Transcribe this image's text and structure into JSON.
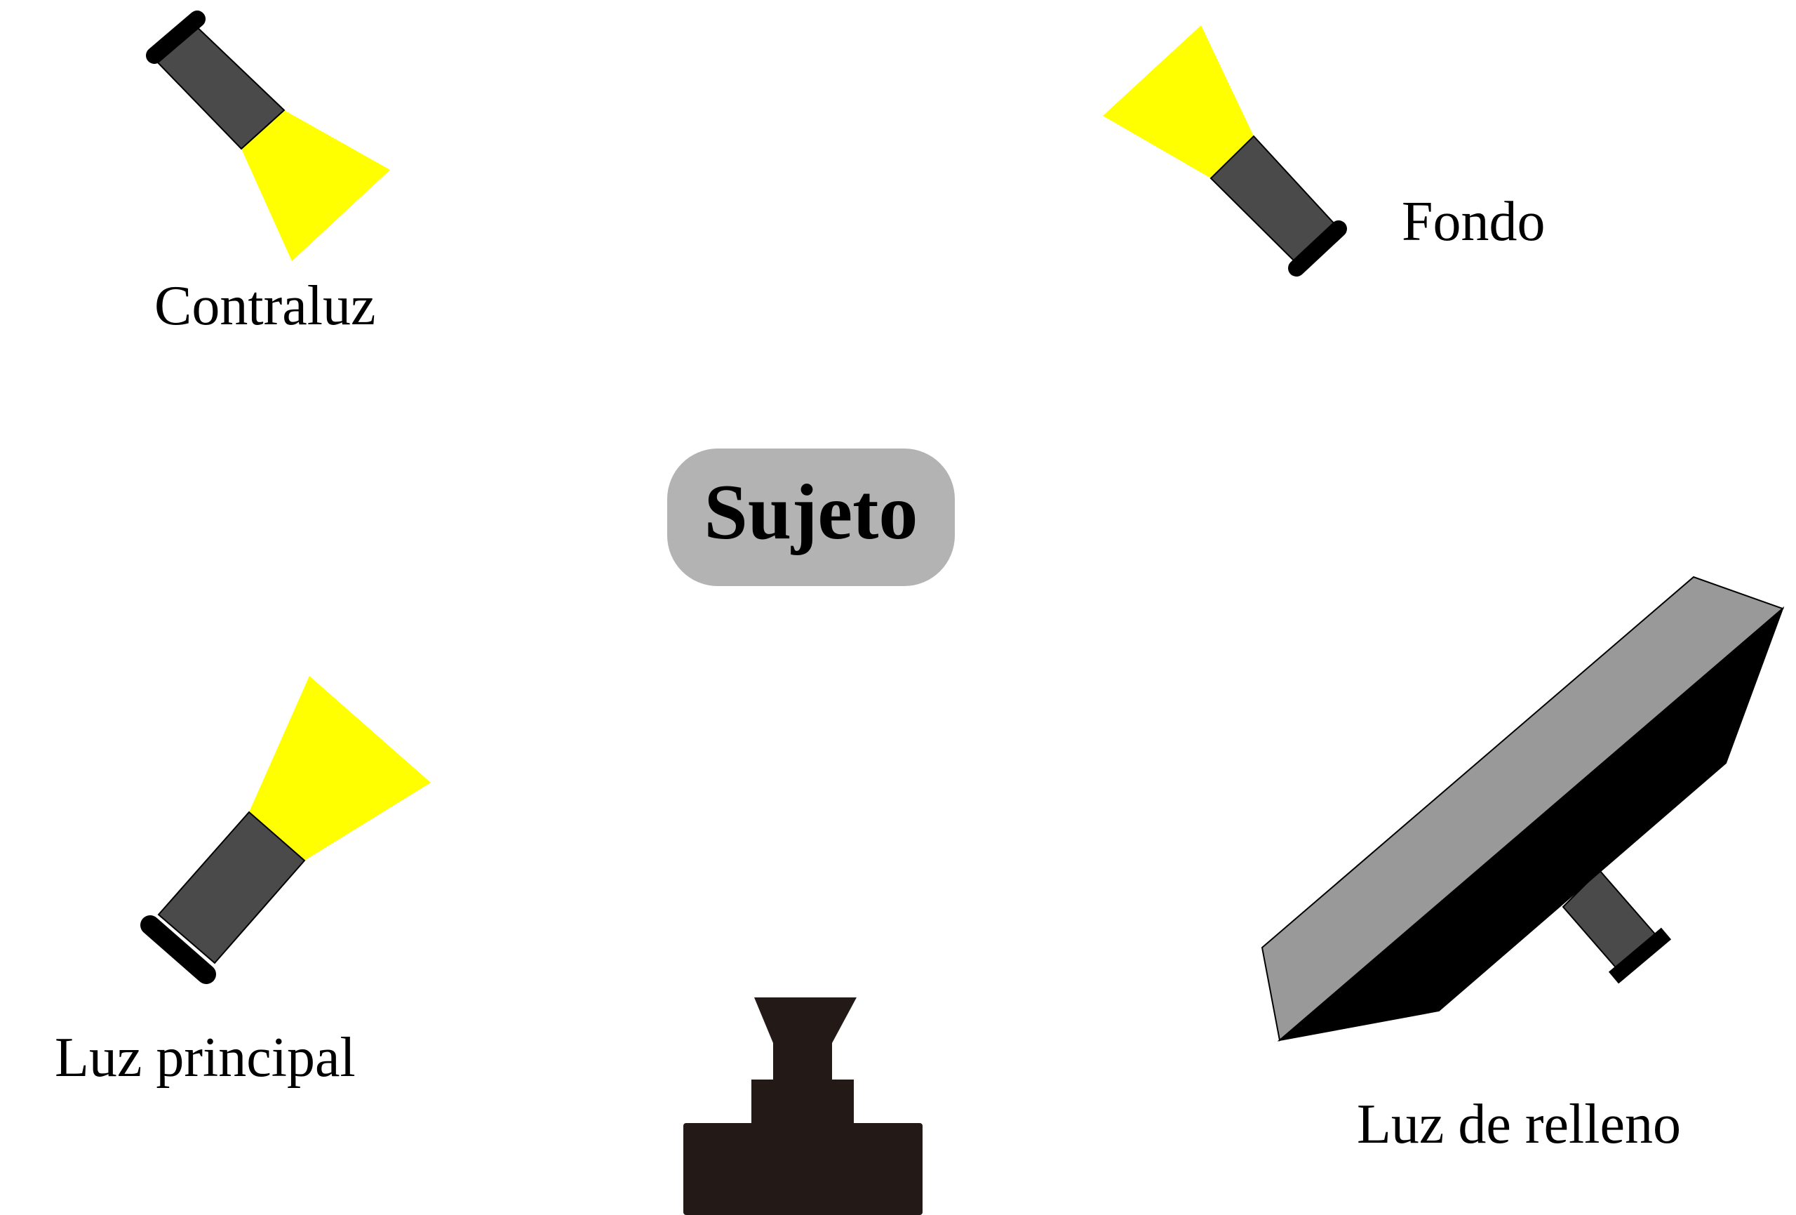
{
  "subject": {
    "label": "Sujeto"
  },
  "lights": {
    "back": {
      "label": "Contraluz"
    },
    "background": {
      "label": "Fondo"
    },
    "key": {
      "label": "Luz principal"
    },
    "fill": {
      "label": "Luz de relleno"
    }
  },
  "colors": {
    "beam": "#ffff00",
    "lamp_body": "#4a4a4a",
    "lamp_cap": "#000000",
    "subject_bg": "#b3b3b3",
    "softbox_front": "#999999",
    "softbox_side": "#000000",
    "camera": "#231a17"
  }
}
